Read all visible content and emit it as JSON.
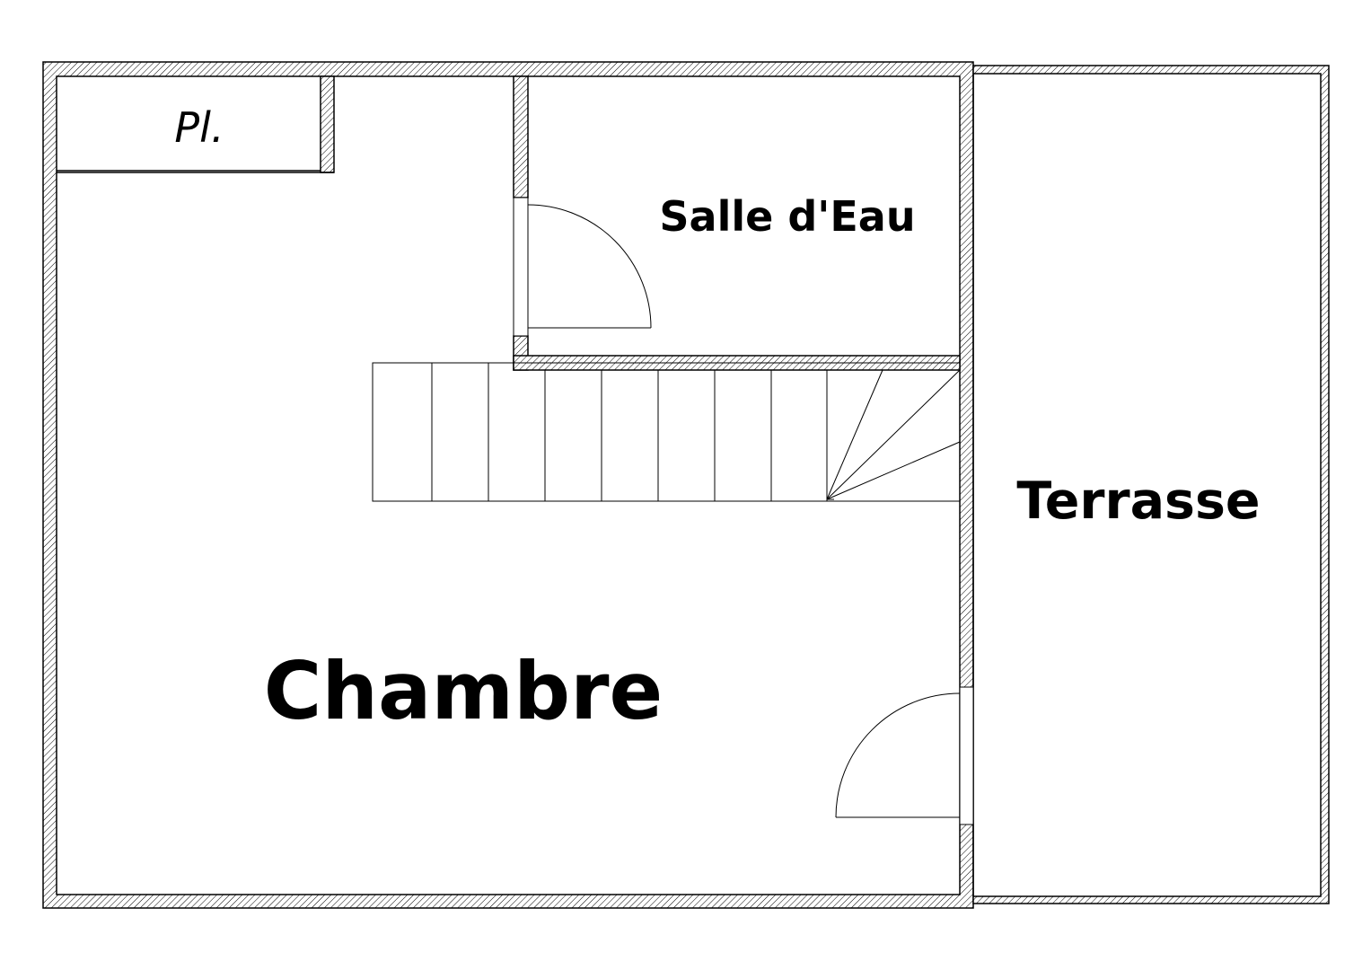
{
  "floor_plan": {
    "rooms": {
      "chambre": "Chambre",
      "salle_d_eau": "Salle d'Eau",
      "terrasse": "Terrasse",
      "placard": "Pl."
    },
    "colors": {
      "ink": "#000000",
      "background": "#ffffff"
    },
    "elements": {
      "staircase_steps_straight": 8,
      "staircase_steps_winder": 3,
      "doors": 2
    }
  }
}
